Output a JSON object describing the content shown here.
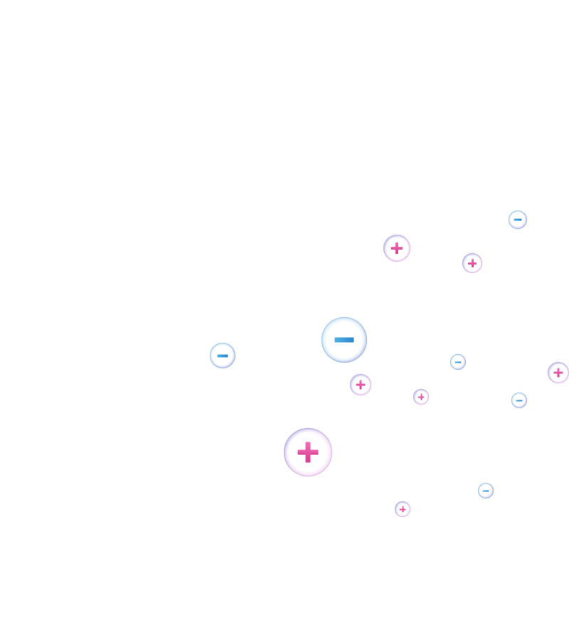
{
  "scene": {
    "background_color": "#ffffff",
    "plus_color": "#e04f9f",
    "minus_color": "#3a99d8",
    "bubbles": [
      {
        "sign": "plus",
        "icon": "plus-icon"
      },
      {
        "sign": "plus",
        "icon": "plus-icon"
      },
      {
        "sign": "plus",
        "icon": "plus-icon"
      },
      {
        "sign": "plus",
        "icon": "plus-icon"
      },
      {
        "sign": "plus",
        "icon": "plus-icon"
      },
      {
        "sign": "plus",
        "icon": "plus-icon"
      },
      {
        "sign": "plus",
        "icon": "plus-icon"
      },
      {
        "sign": "minus",
        "icon": "minus-icon"
      },
      {
        "sign": "minus",
        "icon": "minus-icon"
      },
      {
        "sign": "minus",
        "icon": "minus-icon"
      },
      {
        "sign": "minus",
        "icon": "minus-icon"
      },
      {
        "sign": "minus",
        "icon": "minus-icon"
      },
      {
        "sign": "minus",
        "icon": "minus-icon"
      }
    ]
  }
}
